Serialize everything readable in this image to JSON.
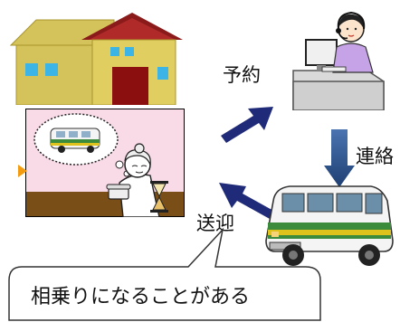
{
  "labels": {
    "reserve": "予約",
    "contact": "連絡",
    "pickup": "送迎"
  },
  "callout": {
    "text": "相乗りになることがある"
  },
  "colors": {
    "arrow_navy": "#1f2a78",
    "arrow_blue": "#2f5d9c",
    "house_wall": "#d4c35a",
    "house_roof_red": "#8b1a1a",
    "window_blue": "#3cb4e6",
    "door_dark_red": "#8b0f0f",
    "room_pink": "#f9dbe8",
    "room_floor": "#7a4f17",
    "desk_grey": "#d0d0d0",
    "operator_shirt": "#c6a3e6",
    "van_white": "#f4f4f4",
    "van_green": "#3c8a3c",
    "van_yellow": "#e0c21c"
  },
  "icons": [
    "house-icon",
    "telephone-operator-icon",
    "elderly-woman-waiting-icon",
    "taxi-van-icon"
  ]
}
